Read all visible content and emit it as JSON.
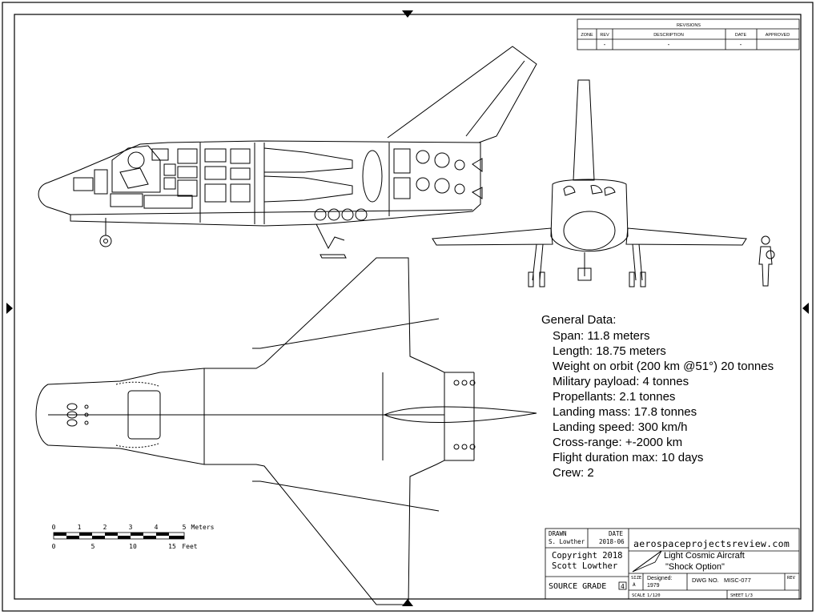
{
  "revisions": {
    "title": "REVISIONS",
    "headers": [
      "ZONE",
      "REV",
      "DESCRIPTION",
      "DATE",
      "APPROVED"
    ],
    "row": [
      "",
      "-",
      "-",
      "-",
      ""
    ]
  },
  "general_data": {
    "title": "General Data:",
    "rows": [
      "Span: 11.8 meters",
      "Length: 18.75 meters",
      "Weight on orbit (200 km @51°) 20 tonnes",
      "Military payload: 4 tonnes",
      "Propellants: 2.1 tonnes",
      "Landing mass: 17.8 tonnes",
      "Landing speed: 300 km/h",
      "Cross-range: +-2000 km",
      "Flight duration max: 10 days",
      "Crew: 2"
    ]
  },
  "scale_bar": {
    "meters_ticks": [
      "0",
      "1",
      "2",
      "3",
      "4",
      "5"
    ],
    "meters_unit": "Meters",
    "feet_ticks": [
      "0",
      "5",
      "10",
      "15"
    ],
    "feet_unit": "Feet"
  },
  "title_block": {
    "drawn_label": "DRAWN",
    "drawn_by": "S. Lowther",
    "date_label": "DATE",
    "date_value": "2018-06",
    "website": "aerospaceprojectsreview.com",
    "copyright_line1": "Copyright 2018",
    "copyright_line2": "Scott Lowther",
    "project_title": "Light Cosmic Aircraft",
    "project_subtitle": "\"Shock Option\"",
    "source_grade_label": "SOURCE GRADE",
    "source_grade_value": "4",
    "size_label": "SIZE",
    "size_value": "A",
    "designed_label": "Designed:",
    "designed_value": "1979",
    "dwg_label": "DWG NO.",
    "dwg_value": "MISC-077",
    "rev_label": "REV",
    "scale_label": "SCALE",
    "scale_value": "1/120",
    "sheet_label": "SHEET",
    "sheet_value": "1/3"
  }
}
